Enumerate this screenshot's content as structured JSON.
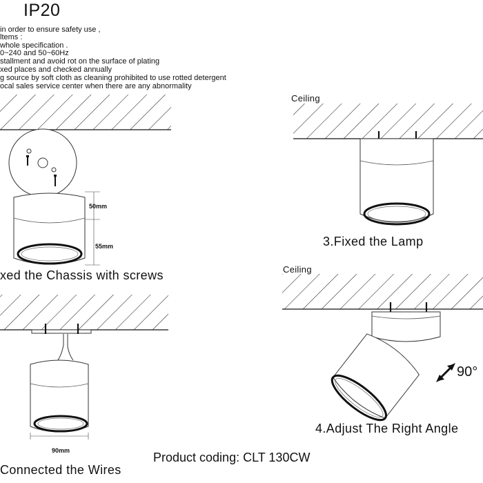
{
  "header": {
    "rating": "IP20"
  },
  "notes": [
    "in order to ensure safety use ,",
    "ltems :",
    "whole specification .",
    "0~240 and 50~60Hz",
    "stallment and avoid rot on the surface of plating",
    "xed places and checked annually",
    "g source by soft cloth as cleaning prohibited to use rotted detergent",
    "ocal sales service center when there are any abnormality"
  ],
  "steps": {
    "step1": "xed the Chassis with screws",
    "step2": "Connected the Wires",
    "step3": "3.Fixed the Lamp",
    "step4": "4.Adjust The Right Angle"
  },
  "labels": {
    "ceiling": "Ceiling"
  },
  "dimensions": {
    "upper_height": "50mm",
    "lower_height": "55mm",
    "diameter": "90mm"
  },
  "angle": "90°",
  "product": "Product coding: CLT 130CW"
}
